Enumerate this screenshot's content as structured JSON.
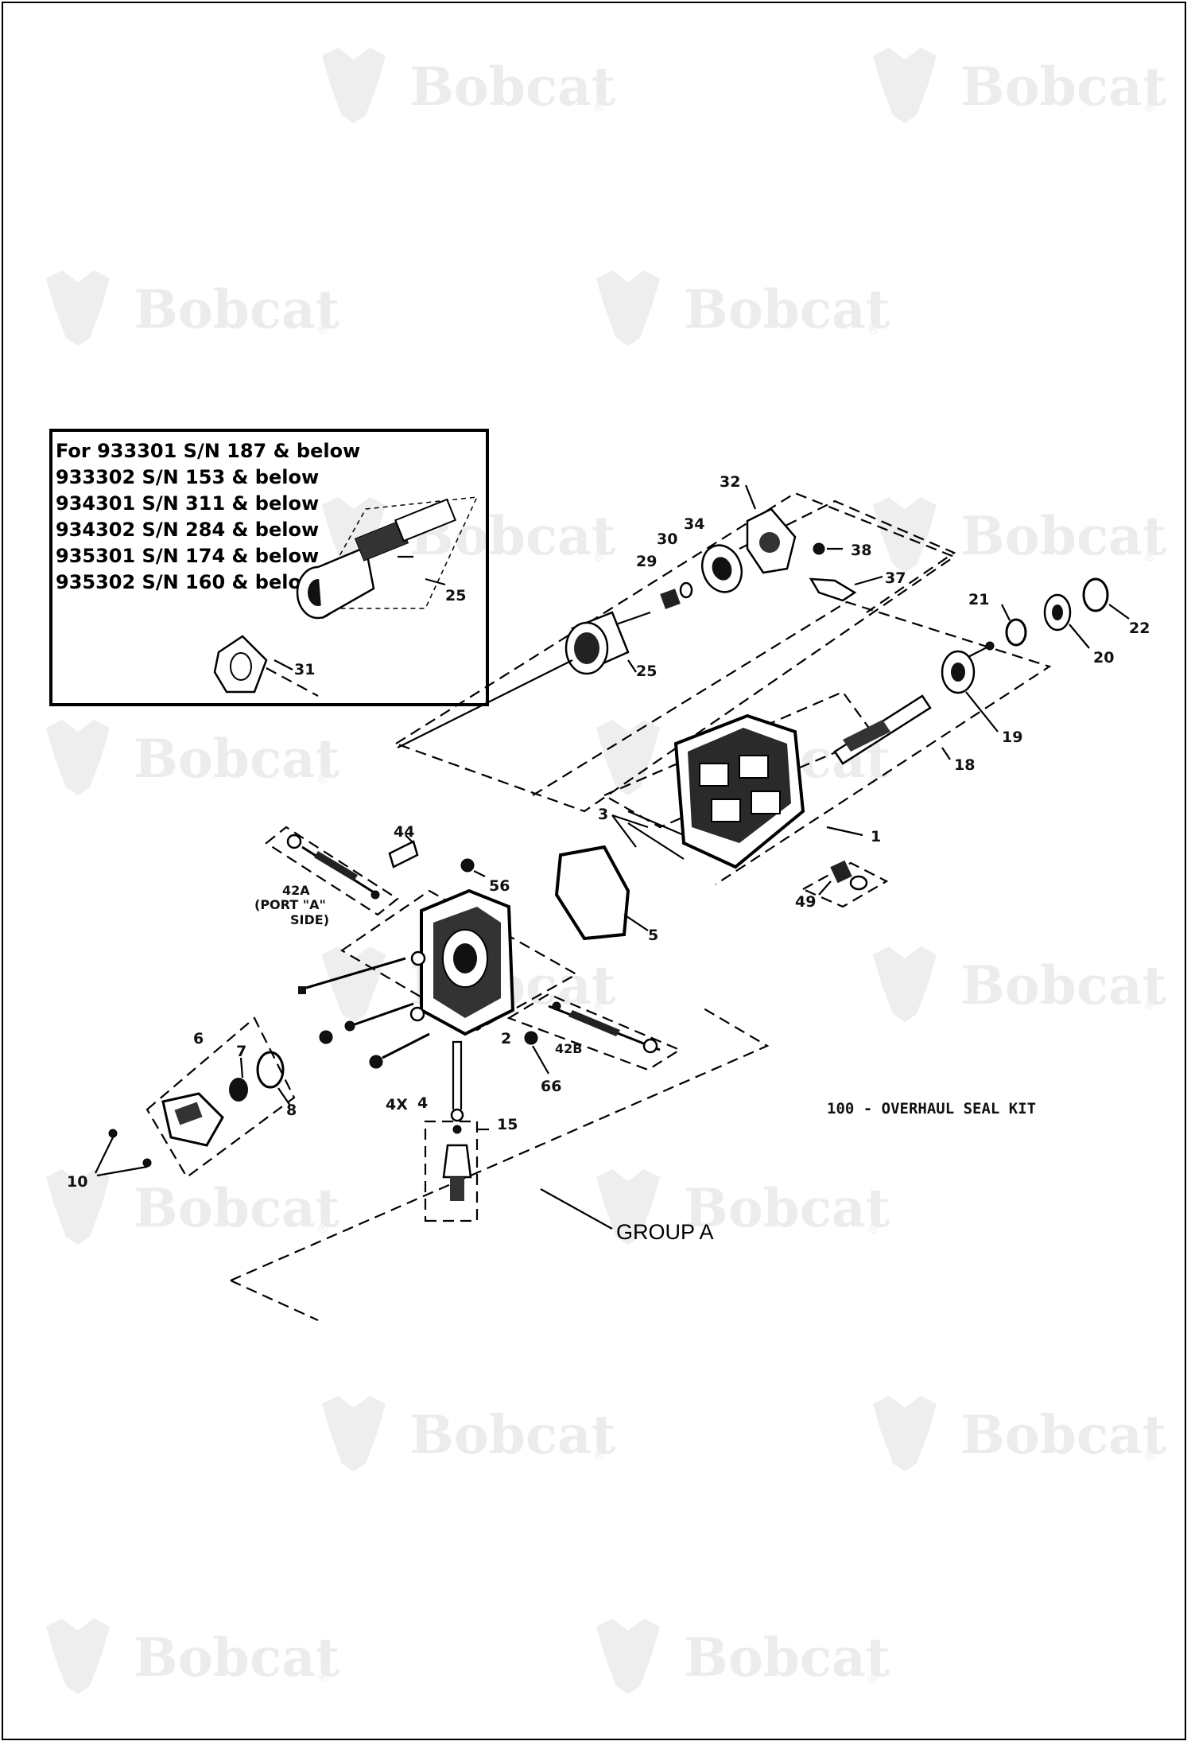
{
  "watermark": {
    "brand": "Bobcat",
    "reg": "®"
  },
  "inset": {
    "lines": [
      "For 933301 S/N 187 & below",
      "933302 S/N 153 & below",
      "934301 S/N 311 & below",
      "934302 S/N 284 & below",
      "935301 S/N 174 & below",
      "935302 S/N 160 & below"
    ],
    "callouts": {
      "c25": "25",
      "c31": "31"
    }
  },
  "callouts": {
    "c32": "32",
    "c38": "38",
    "c37": "37",
    "c34": "34",
    "c30": "30",
    "c29": "29",
    "c25": "25",
    "c21": "21",
    "c22": "22",
    "c20": "20",
    "c19": "19",
    "c18": "18",
    "c3": "3",
    "c1": "1",
    "c49": "49",
    "c44": "44",
    "c56": "56",
    "c42a": "42A",
    "c42a_sub1": "(PORT \"A\"",
    "c42a_sub2": "SIDE)",
    "c5": "5",
    "c2": "2",
    "c42b": "42B",
    "c66": "66",
    "c6": "6",
    "c7": "7",
    "c8": "8",
    "c10": "10",
    "c4x": "4X",
    "c4": "4",
    "c15": "15"
  },
  "kit_note": "100 - OVERHAUL SEAL KIT",
  "group_label": "GROUP A"
}
